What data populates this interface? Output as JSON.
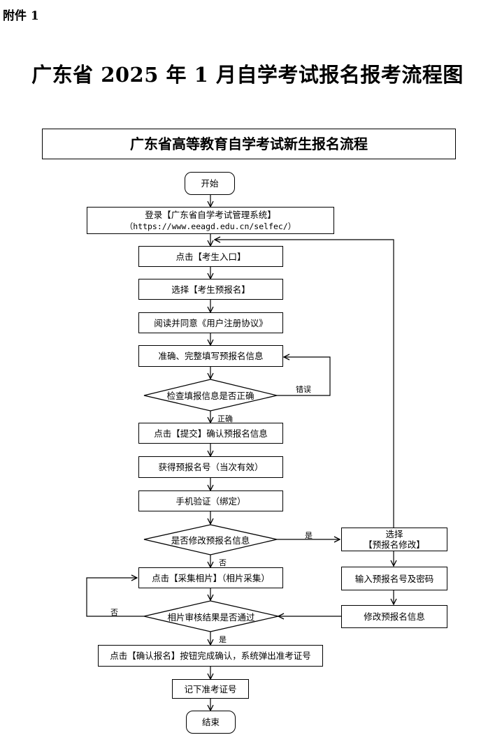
{
  "page": {
    "attachment": "附件 1",
    "title": "广东省 2025 年 1 月自学考试报名报考流程图",
    "header_box": "广东省高等教育自学考试新生报名流程"
  },
  "nodes": {
    "start": "开始",
    "login": "登录【广东省自学考试管理系统】",
    "login_url": "（https://www.eeagd.edu.cn/selfec/）",
    "click_entry": "点击【考生入口】",
    "select_prereg": "选择【考生预报名】",
    "read_agree": "阅读并同意《用户注册协议》",
    "fill_info": "准确、完整填写预报名信息",
    "check_info": "检查填报信息是否正确",
    "submit": "点击【提交】确认预报名信息",
    "get_number": "获得预报名号（当次有效）",
    "phone_verify": "手机验证（绑定）",
    "modify_q": "是否修改预报名信息",
    "select_modify_line1": "选择",
    "select_modify_line2": "【预报名修改】",
    "input_number": "输入预报名号及密码",
    "modify_info": "修改预报名信息",
    "photo_collect": "点击【采集相片】（相片采集）",
    "photo_review": "相片审核结果是否通过",
    "confirm": "点击【确认报名】按钮完成确认，系统弹出准考证号",
    "record": "记下准考证号",
    "end": "结束"
  },
  "edge_labels": {
    "wrong": "错误",
    "correct": "正确",
    "yes_modify": "是",
    "no_modify": "否",
    "no_photo": "否",
    "yes_photo": "是"
  }
}
